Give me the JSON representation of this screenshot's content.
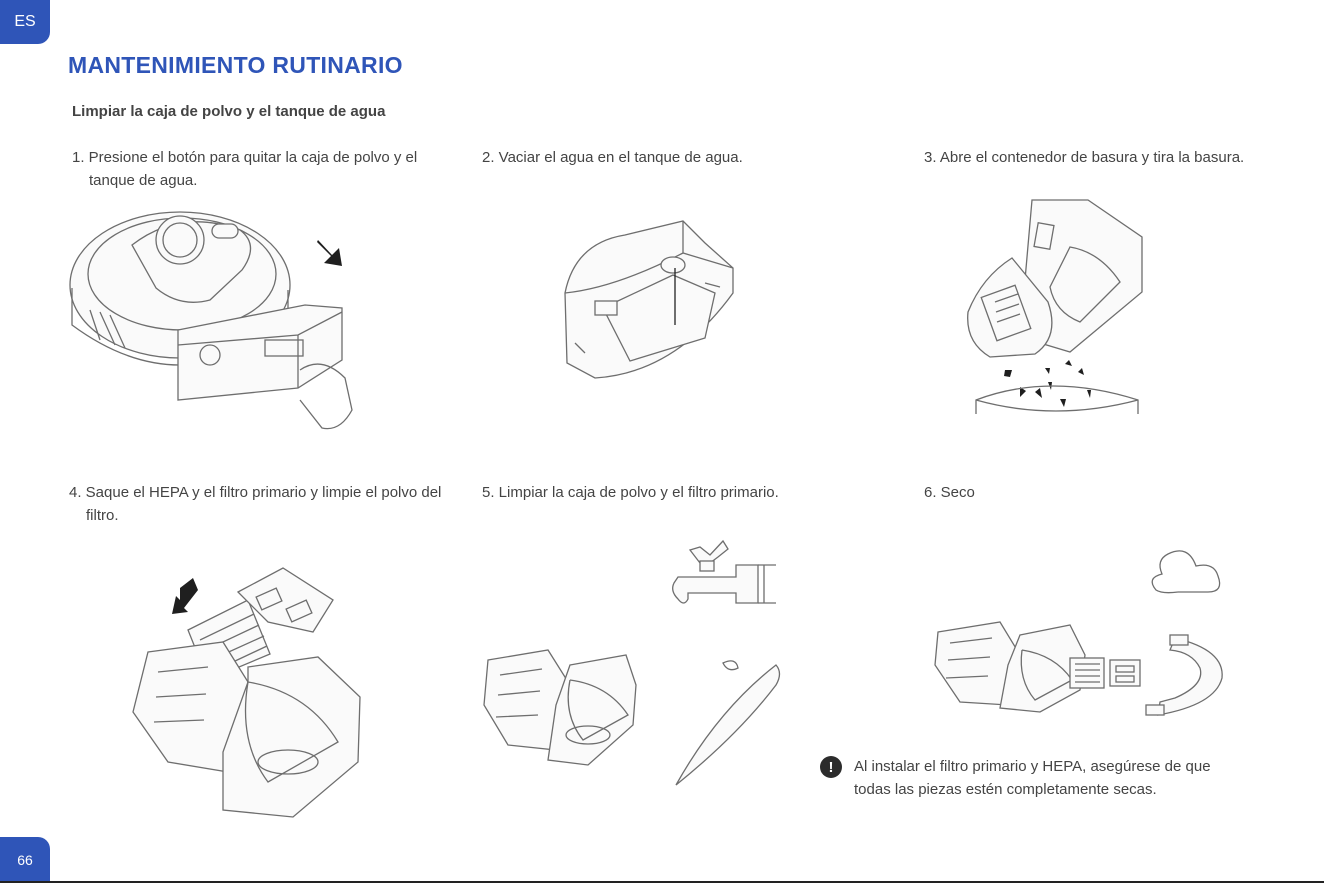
{
  "tabs": {
    "language": "ES",
    "page_number": "66"
  },
  "header": {
    "title": "MANTENIMIENTO RUTINARIO",
    "subtitle": "Limpiar la caja de polvo y el tanque de agua"
  },
  "steps": [
    {
      "text": "1. Presione el botón para quitar la caja de polvo y el tanque de agua."
    },
    {
      "text": "2. Vaciar el agua en el tanque de agua."
    },
    {
      "text": "3. Abre el contenedor de basura y tira la basura."
    },
    {
      "text": "4. Saque el HEPA y el filtro primario y limpie el polvo del filtro."
    },
    {
      "text": "5. Limpiar la caja de polvo y el filtro primario."
    },
    {
      "text": "6. Seco"
    }
  ],
  "note": {
    "icon": "exclamation-icon",
    "symbol": "!",
    "text": "Al instalar el filtro primario y HEPA, asegúrese de que todas las piezas estén completamente secas."
  },
  "colors": {
    "accent": "#2f55b8",
    "text": "#444444",
    "line": "#6e6e6e"
  }
}
